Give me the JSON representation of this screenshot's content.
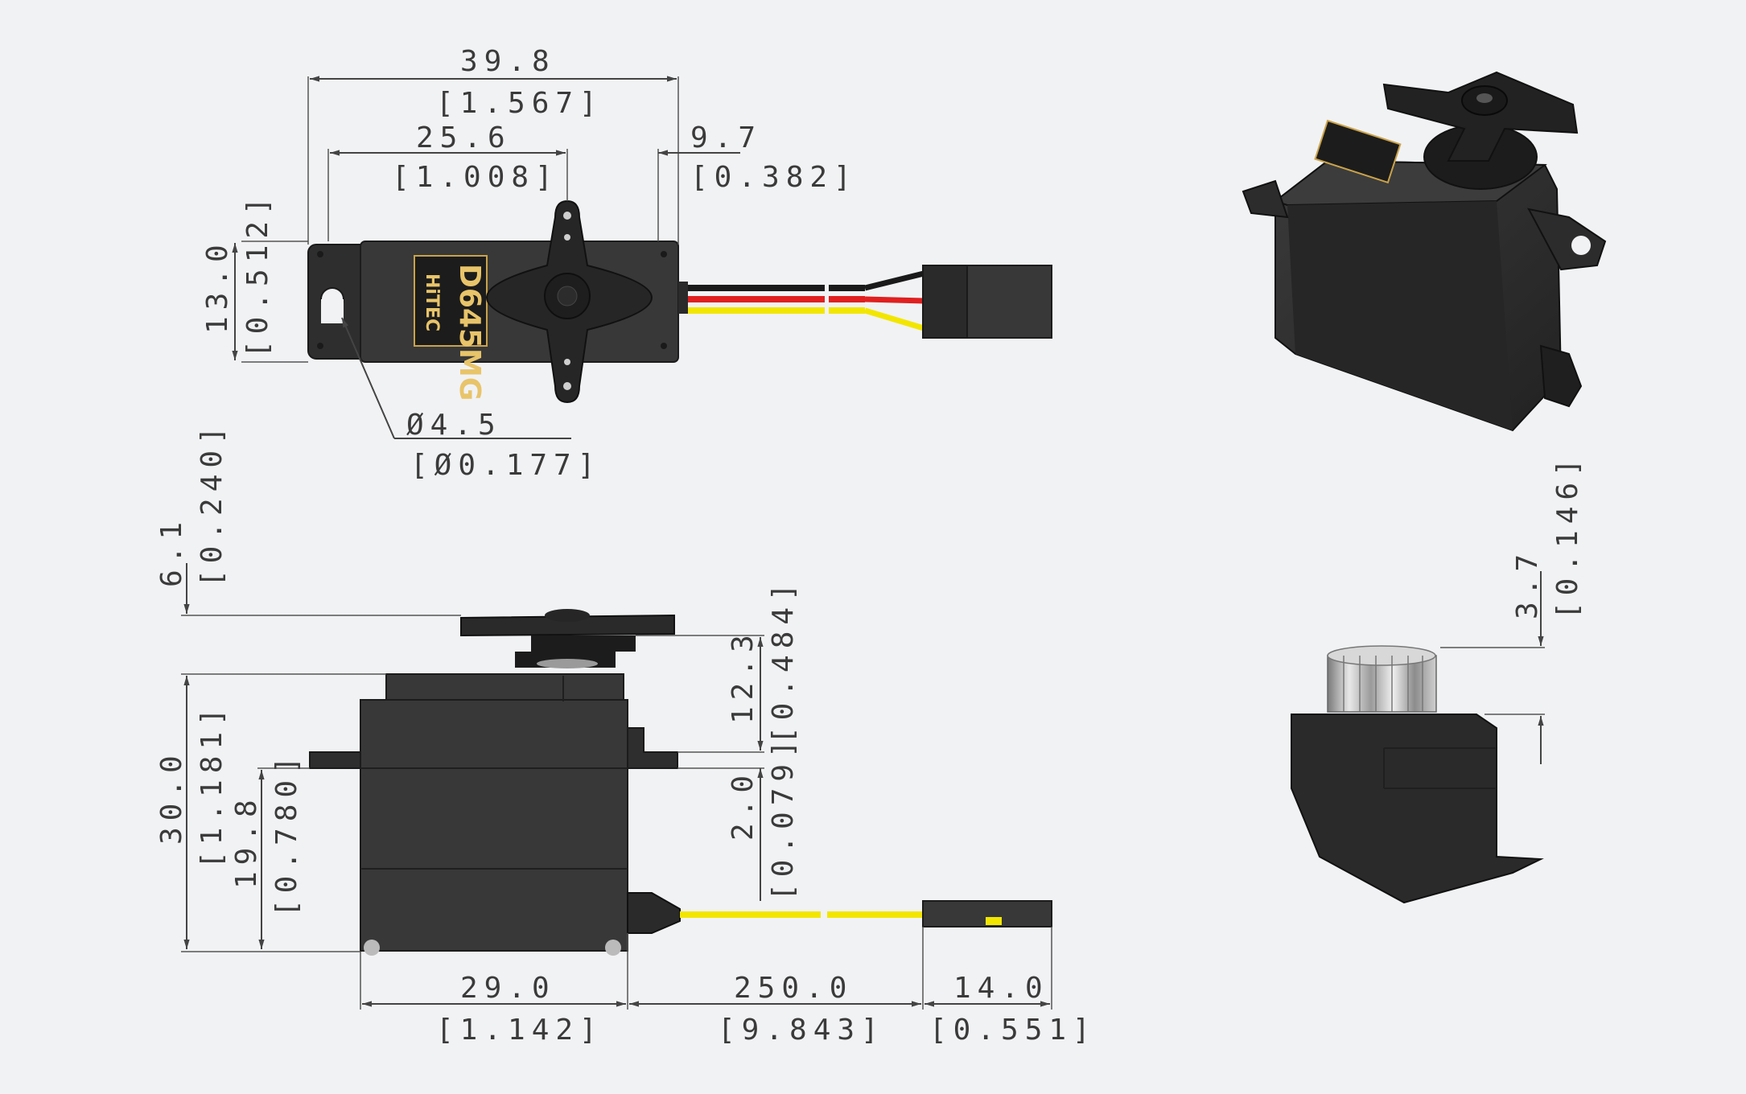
{
  "dimensions": {
    "top_overall_mm": "39.8",
    "top_overall_in": "[1.567]",
    "top_body_mm": "25.6",
    "top_body_in": "[1.008]",
    "top_ear_mm": "9.7",
    "top_ear_in": "[0.382]",
    "top_width_mm": "13.0",
    "top_width_in": "[0.512]",
    "hole_mm": "Ø4.5",
    "hole_in": "[Ø0.177]",
    "side_horn_mm": "6.1",
    "side_horn_in": "[0.240]",
    "side_spline_mm": "12.3",
    "side_spline_in": "[0.484]",
    "side_flange_mm": "2.0",
    "side_flange_in": "[0.079]",
    "side_height_mm": "30.0",
    "side_height_in": "[1.181]",
    "side_mount_mm": "19.8",
    "side_mount_in": "[0.780]",
    "side_base_mm": "29.0",
    "side_base_in": "[1.142]",
    "wire_mm": "250.0",
    "wire_in": "[9.843]",
    "plug_mm": "14.0",
    "plug_in": "[0.551]",
    "detail_spline_mm": "3.7",
    "detail_spline_in": "[0.146]"
  },
  "label": {
    "model": "D645MG",
    "brand": "HiTEC"
  },
  "colors": {
    "background": "#f1f2f4",
    "case": "#2e2e2e",
    "wire_red": "#e02020",
    "wire_yellow": "#f2e600",
    "wire_black": "#1a1a1a",
    "label_gold": "#e8c46a"
  }
}
